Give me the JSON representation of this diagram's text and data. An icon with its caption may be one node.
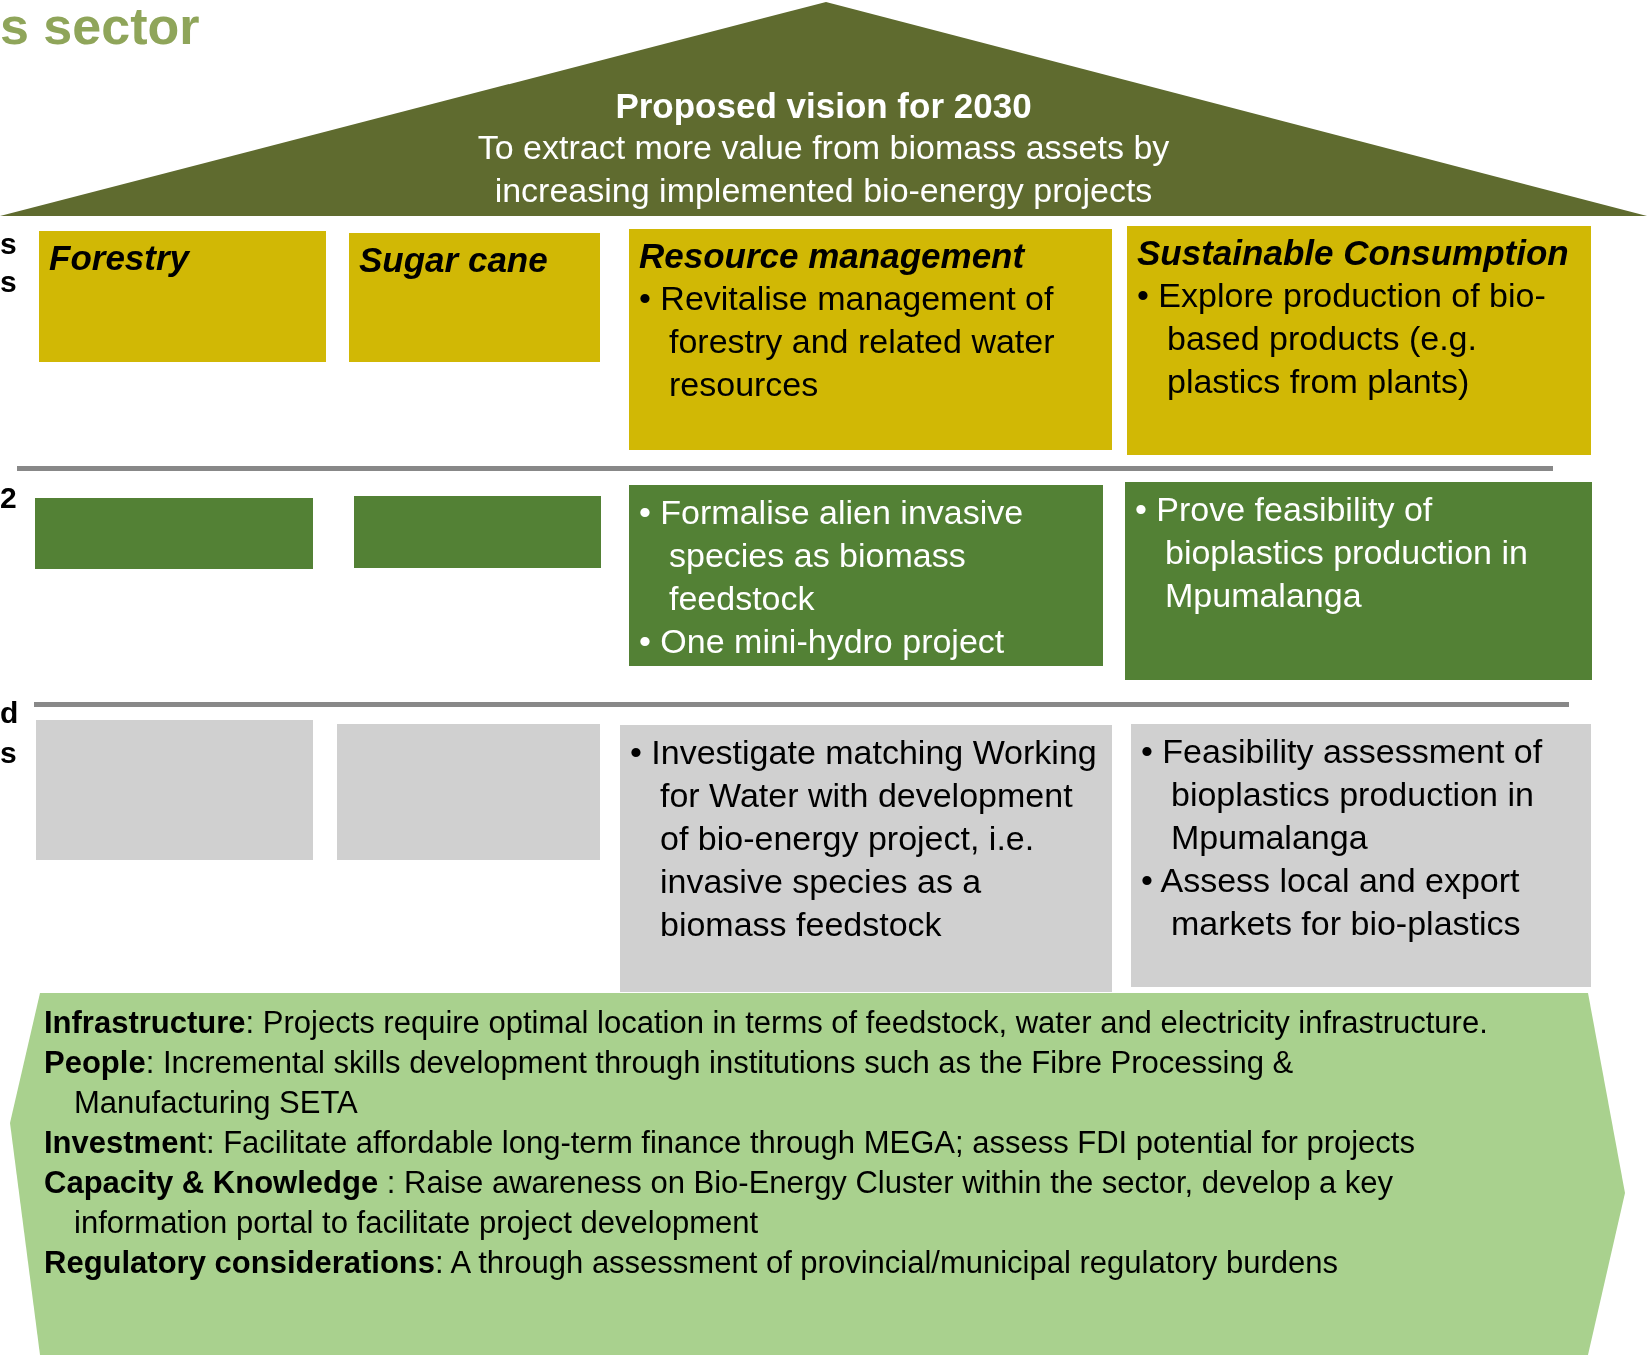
{
  "diagram": {
    "title": "s sector",
    "nodes": [
      {
        "text": [
          "Proposed vision for 2030",
          "To extract more value from biomass assets by increasing implemented bio-energy projects"
        ]
      },
      {
        "text": [
          "Forestry"
        ]
      },
      {
        "text": [
          "Sugar cane"
        ]
      },
      {
        "text": [
          "Resource management",
          "• Revitalise  management of forestry and related water resources"
        ]
      },
      {
        "text": [
          "Sustainable Consumption",
          "• Explore production of bio-based products (e.g. plastics from plants)"
        ]
      },
      {
        "text": [],
        "shape": "box"
      },
      {
        "text": [],
        "shape": "box"
      },
      {
        "text": [
          "• Formalise alien invasive species as biomass feedstock",
          "• One mini-hydro project"
        ]
      },
      {
        "text": [
          "• Prove feasibility of bioplastics production in Mpumalanga"
        ]
      },
      {
        "text": [],
        "shape": "box"
      },
      {
        "text": [],
        "shape": "box"
      },
      {
        "text": [
          "• Investigate matching Working for Water with development of bio-energy project, i.e. invasive species as a biomass feedstock"
        ]
      },
      {
        "text": [
          "• Feasibility assessment of bioplastics production in Mpumalanga",
          "• Assess local and export markets for bio-plastics"
        ]
      },
      {
        "text": [
          "**Infrastructure**: Projects require optimal location in terms of feedstock, water and electricity infrastructure.",
          "**People**: Incremental skills development through institutions such as the Fibre Processing & Manufacturing SETA",
          "**Investmen**t: Facilitate affordable long-term finance through MEGA; assess FDI potential for projects",
          "**Capacity & Knowledge** : Raise awareness on Bio-Energy Cluster within the sector, develop a key information portal to facilitate project development",
          "**Regulatory considerations**: A through assessment of provincial/municipal regulatory burdens"
        ]
      }
    ],
    "labels": [
      "s",
      "s",
      "2",
      "d",
      "s"
    ]
  }
}
